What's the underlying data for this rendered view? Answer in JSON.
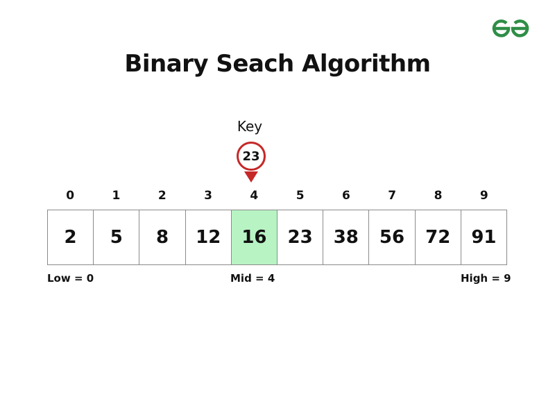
{
  "brand": {
    "logo_icon": "gfg-logo-icon",
    "color": "#2f8d46"
  },
  "title": "Binary Seach Algorithm",
  "key": {
    "label": "Key",
    "value": "23",
    "marker_color": "#c62828"
  },
  "array": {
    "indices": [
      "0",
      "1",
      "2",
      "3",
      "4",
      "5",
      "6",
      "7",
      "8",
      "9"
    ],
    "values": [
      "2",
      "5",
      "8",
      "12",
      "16",
      "23",
      "38",
      "56",
      "72",
      "91"
    ],
    "highlight_index": 4,
    "highlight_color": "#b8f3c4"
  },
  "pointers": {
    "low": "Low = 0",
    "mid": "Mid = 4",
    "high": "High = 9"
  }
}
